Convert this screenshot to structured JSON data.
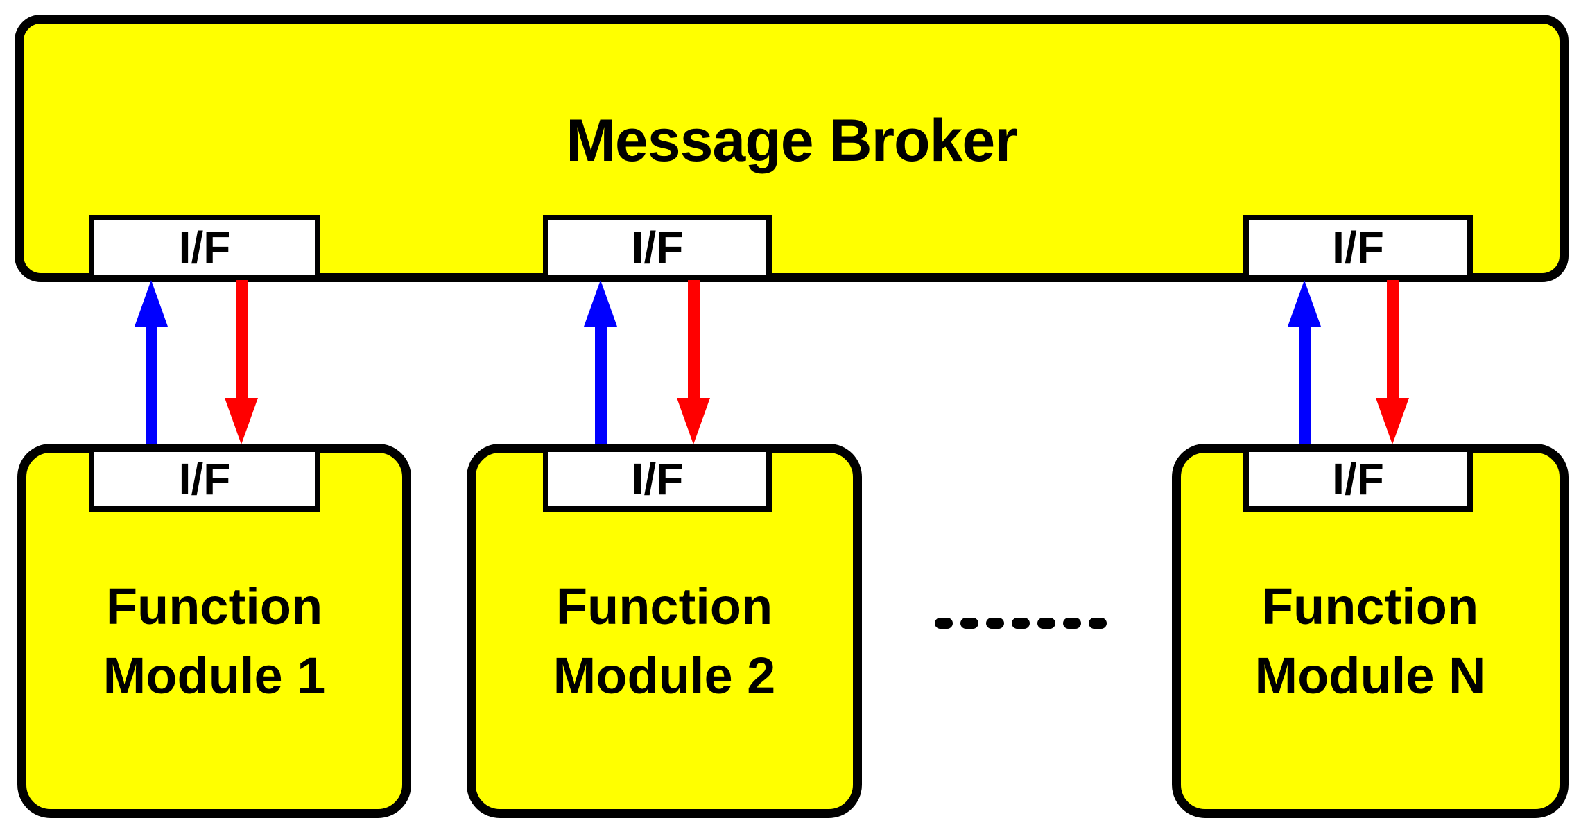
{
  "diagram": {
    "broker": {
      "label": "Message Broker",
      "interfaces": [
        {
          "label": "I/F"
        },
        {
          "label": "I/F"
        },
        {
          "label": "I/F"
        }
      ]
    },
    "modules": [
      {
        "label": "Function\nModule 1",
        "interface_label": "I/F"
      },
      {
        "label": "Function\nModule 2",
        "interface_label": "I/F"
      },
      {
        "label": "Function\nModule N",
        "interface_label": "I/F"
      }
    ],
    "continuation_dots": 7,
    "colors": {
      "box_fill": "#ffff00",
      "box_border": "#000000",
      "interface_fill": "#ffffff",
      "upstream_arrow": "#0000ff",
      "downstream_arrow": "#ff0000"
    }
  }
}
